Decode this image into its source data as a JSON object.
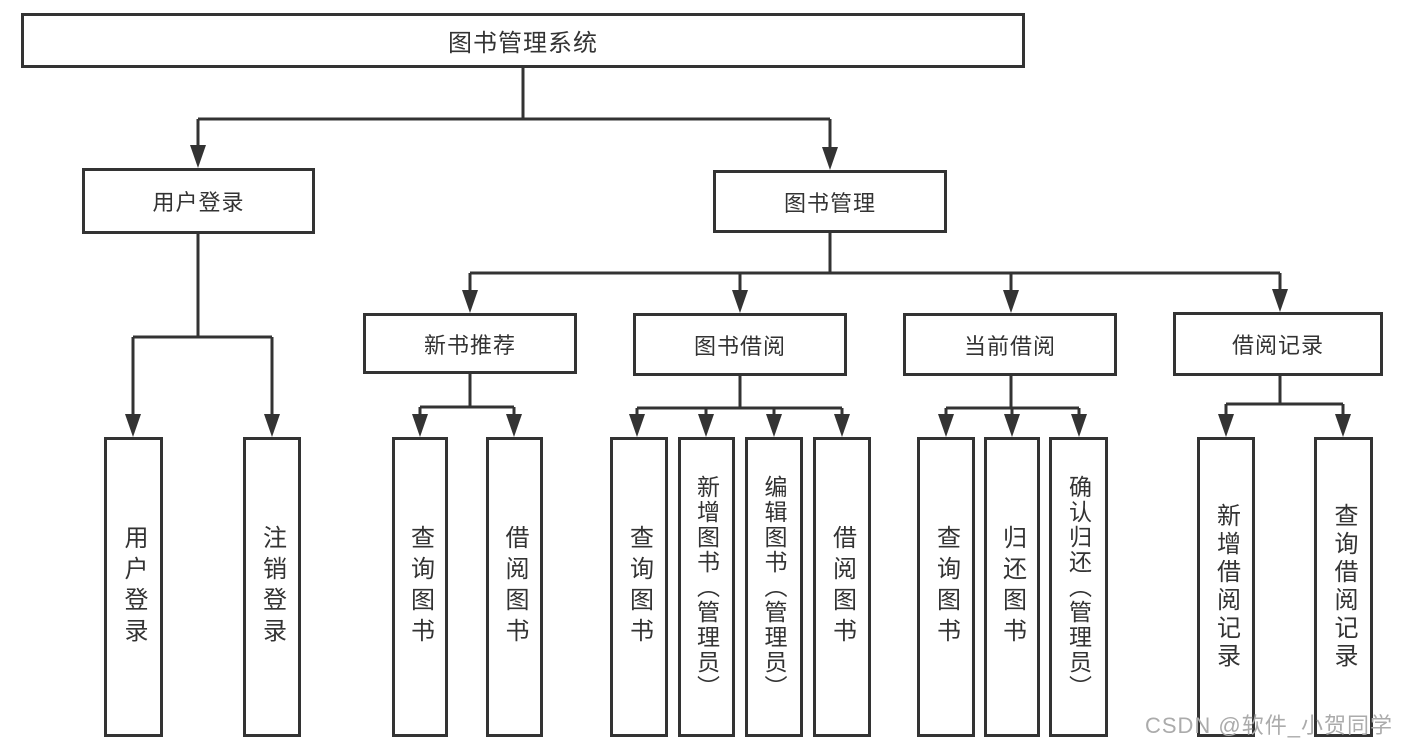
{
  "diagram": {
    "root": {
      "label": "图书管理系统"
    },
    "level2": [
      {
        "label": "用户登录"
      },
      {
        "label": "图书管理"
      }
    ],
    "level3": [
      {
        "label": "新书推荐"
      },
      {
        "label": "图书借阅"
      },
      {
        "label": "当前借阅"
      },
      {
        "label": "借阅记录"
      }
    ],
    "leaves": [
      {
        "label": "用户登录"
      },
      {
        "label": "注销登录"
      },
      {
        "label": "查询图书"
      },
      {
        "label": "借阅图书"
      },
      {
        "label": "查询图书"
      },
      {
        "label": "新增图书（管理员）"
      },
      {
        "label": "编辑图书（管理员）"
      },
      {
        "label": "借阅图书"
      },
      {
        "label": "查询图书"
      },
      {
        "label": "归还图书"
      },
      {
        "label": "确认归还（管理员）"
      },
      {
        "label": "新增借阅记录"
      },
      {
        "label": "查询借阅记录"
      }
    ]
  },
  "watermark": {
    "text": "CSDN @软件_小贺同学"
  },
  "colors": {
    "line": "#333333",
    "box_border": "#333333",
    "box_fill": "#ffffff",
    "text": "#333333",
    "watermark": "#ababab"
  }
}
